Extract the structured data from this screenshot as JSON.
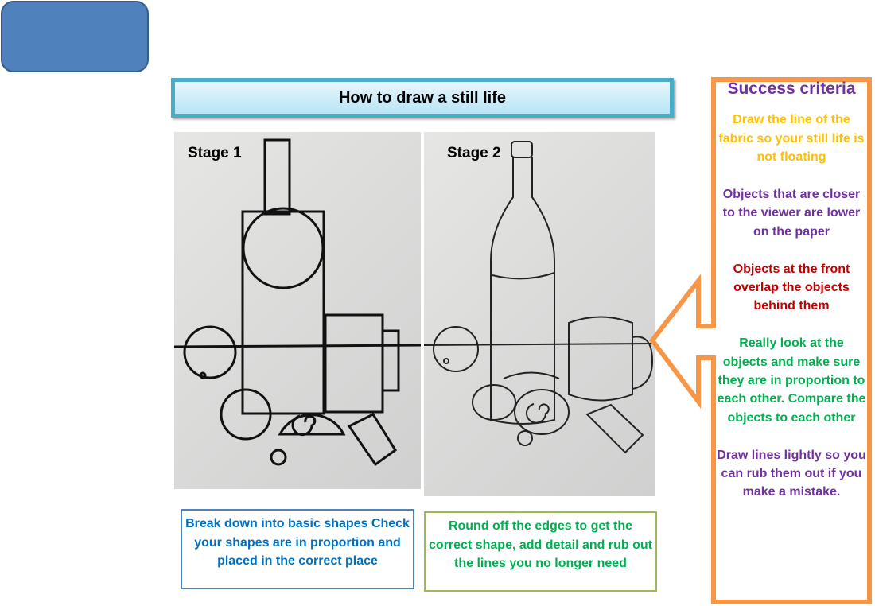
{
  "title": "How to draw a still life",
  "stages": [
    {
      "label": "Stage 1"
    },
    {
      "label": "Stage 2"
    }
  ],
  "captions": {
    "stage1": "Break down into basic shapes Check your shapes are in proportion and placed in the correct place",
    "stage2": "Round off the edges to get the correct shape, add detail and rub out the lines you no longer need"
  },
  "criteria": {
    "heading": "Success criteria",
    "items": [
      {
        "text": "Draw the line of the fabric so your still life is not floating",
        "color": "#ffc000"
      },
      {
        "text": "Objects that are closer to the viewer are lower on the paper",
        "color": "#7030a0"
      },
      {
        "text": "Objects at the front overlap the objects behind them",
        "color": "#c00000"
      },
      {
        "text": "Really look at the objects and make sure they are in proportion to each other. Compare the objects to each other",
        "color": "#00b050"
      },
      {
        "text": "Draw lines lightly so you can rub them out if you make a mistake.",
        "color": "#7030a0"
      }
    ]
  },
  "colors": {
    "accent_orange": "#f79646",
    "title_border": "#4bacc6",
    "shape_blue": "#4f81bd"
  }
}
